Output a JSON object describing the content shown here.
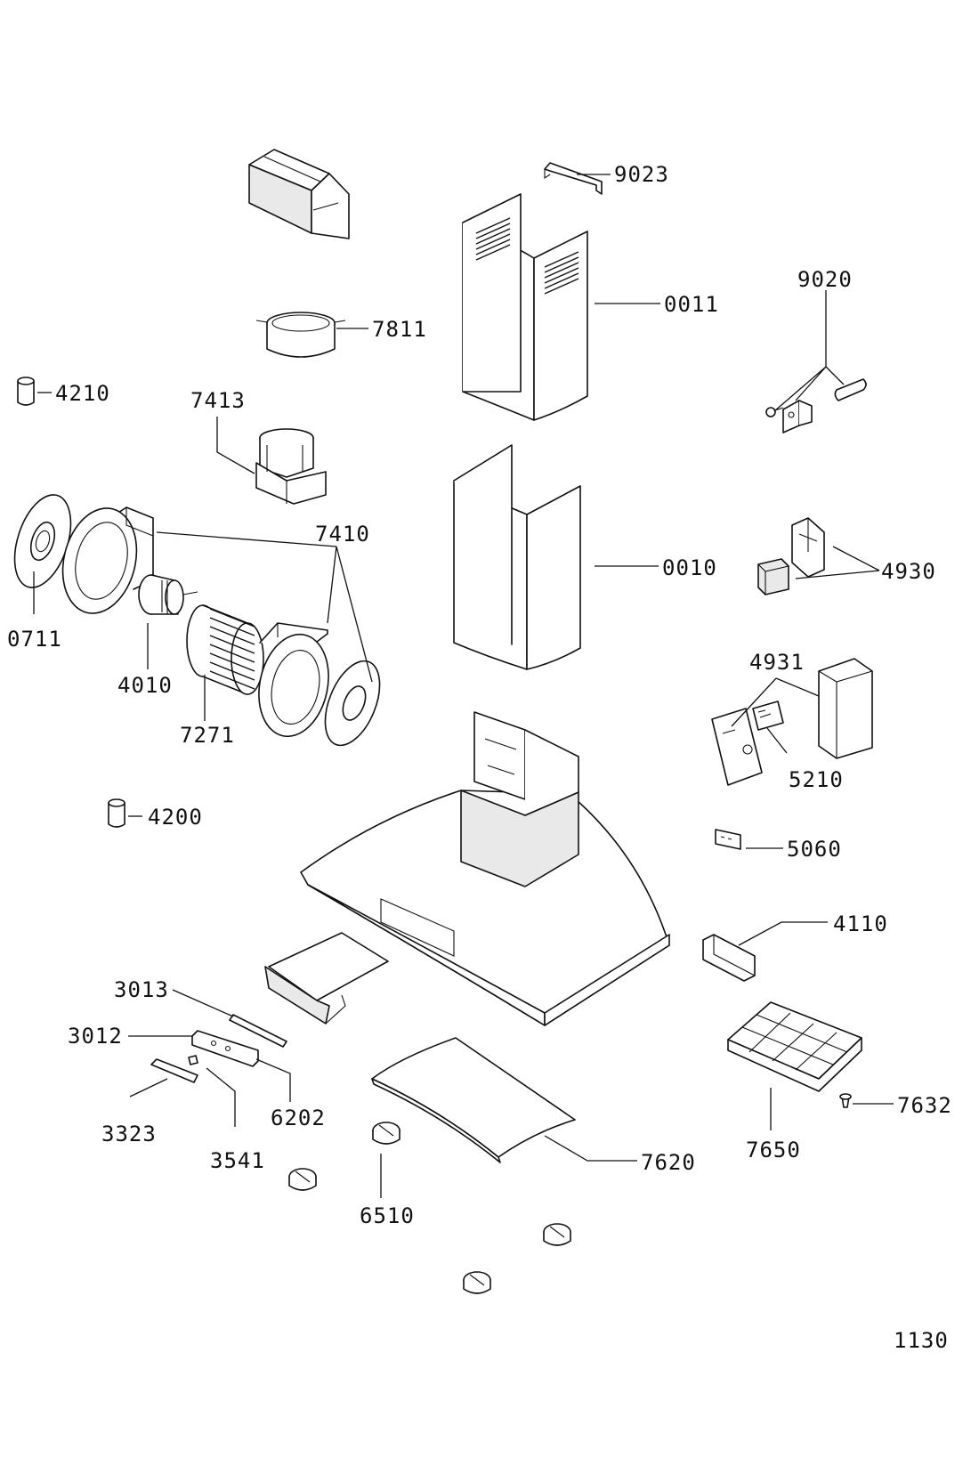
{
  "page_number": "1130",
  "labels": {
    "p9023": "9023",
    "p0011": "0011",
    "p9020": "9020",
    "p7811": "7811",
    "p4210": "4210",
    "p7413": "7413",
    "p7410": "7410",
    "p0010": "0010",
    "p4930": "4930",
    "p0711": "0711",
    "p4010": "4010",
    "p7271": "7271",
    "p4931": "4931",
    "p5210": "5210",
    "p4200": "4200",
    "p5060": "5060",
    "p4110": "4110",
    "p3013": "3013",
    "p3012": "3012",
    "p6202": "6202",
    "p3323": "3323",
    "p3541": "3541",
    "p7620": "7620",
    "p7650": "7650",
    "p7632": "7632",
    "p6510": "6510"
  }
}
